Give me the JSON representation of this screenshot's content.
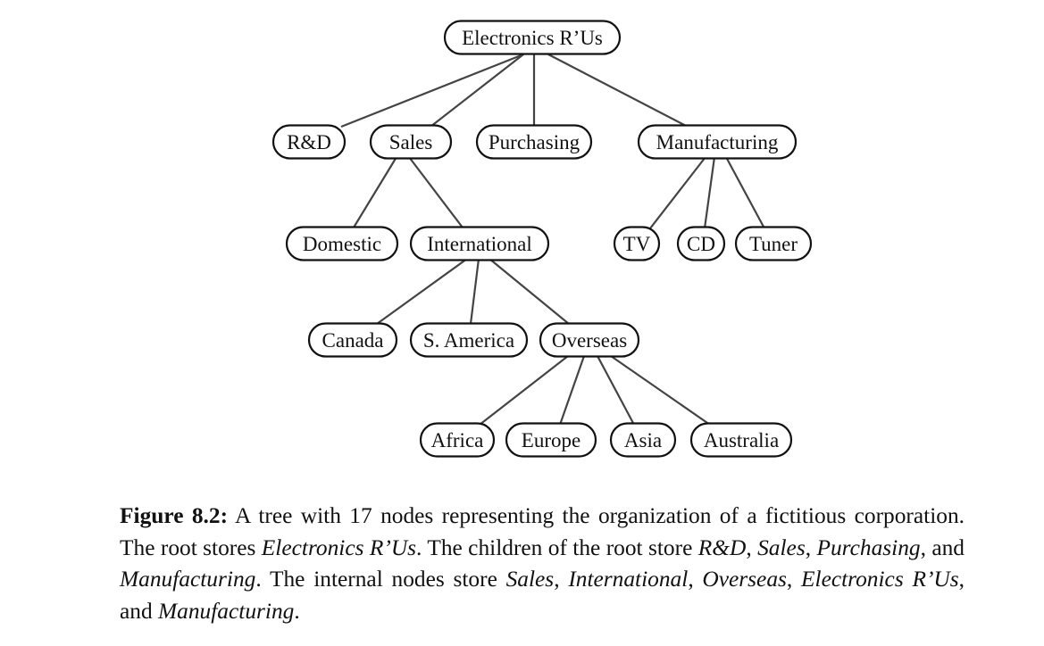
{
  "diagram": {
    "nodes": [
      {
        "id": "root",
        "label": "Electronics R’Us",
        "parent": null
      },
      {
        "id": "rd",
        "label": "R&D",
        "parent": "root"
      },
      {
        "id": "sales",
        "label": "Sales",
        "parent": "root"
      },
      {
        "id": "purchasing",
        "label": "Purchasing",
        "parent": "root"
      },
      {
        "id": "manufacturing",
        "label": "Manufacturing",
        "parent": "root"
      },
      {
        "id": "domestic",
        "label": "Domestic",
        "parent": "sales"
      },
      {
        "id": "international",
        "label": "International",
        "parent": "sales"
      },
      {
        "id": "tv",
        "label": "TV",
        "parent": "manufacturing"
      },
      {
        "id": "cd",
        "label": "CD",
        "parent": "manufacturing"
      },
      {
        "id": "tuner",
        "label": "Tuner",
        "parent": "manufacturing"
      },
      {
        "id": "canada",
        "label": "Canada",
        "parent": "international"
      },
      {
        "id": "samerica",
        "label": "S. America",
        "parent": "international"
      },
      {
        "id": "overseas",
        "label": "Overseas",
        "parent": "international"
      },
      {
        "id": "africa",
        "label": "Africa",
        "parent": "overseas"
      },
      {
        "id": "europe",
        "label": "Europe",
        "parent": "overseas"
      },
      {
        "id": "asia",
        "label": "Asia",
        "parent": "overseas"
      },
      {
        "id": "australia",
        "label": "Australia",
        "parent": "overseas"
      }
    ]
  },
  "caption": {
    "label": "Figure 8.2:",
    "parts": [
      {
        "text": " A tree with 17 nodes representing the organization of a fictitious cor­poration. The root stores ",
        "italic": false
      },
      {
        "text": "Electronics R’Us",
        "italic": true
      },
      {
        "text": ". The children of the root store ",
        "italic": false
      },
      {
        "text": "R&D",
        "italic": true
      },
      {
        "text": ", ",
        "italic": false
      },
      {
        "text": "Sales",
        "italic": true
      },
      {
        "text": ", ",
        "italic": false
      },
      {
        "text": "Purchasing",
        "italic": true
      },
      {
        "text": ", and ",
        "italic": false
      },
      {
        "text": "Manufacturing",
        "italic": true
      },
      {
        "text": ". The internal nodes store ",
        "italic": false
      },
      {
        "text": "Sales",
        "italic": true
      },
      {
        "text": ", ",
        "italic": false
      },
      {
        "text": "Interna­tional",
        "italic": true
      },
      {
        "text": ", ",
        "italic": false
      },
      {
        "text": "Overseas",
        "italic": true
      },
      {
        "text": ", ",
        "italic": false
      },
      {
        "text": "Electronics R’Us",
        "italic": true
      },
      {
        "text": ", and ",
        "italic": false
      },
      {
        "text": "Manufacturing",
        "italic": true
      },
      {
        "text": ".",
        "italic": false
      }
    ]
  }
}
